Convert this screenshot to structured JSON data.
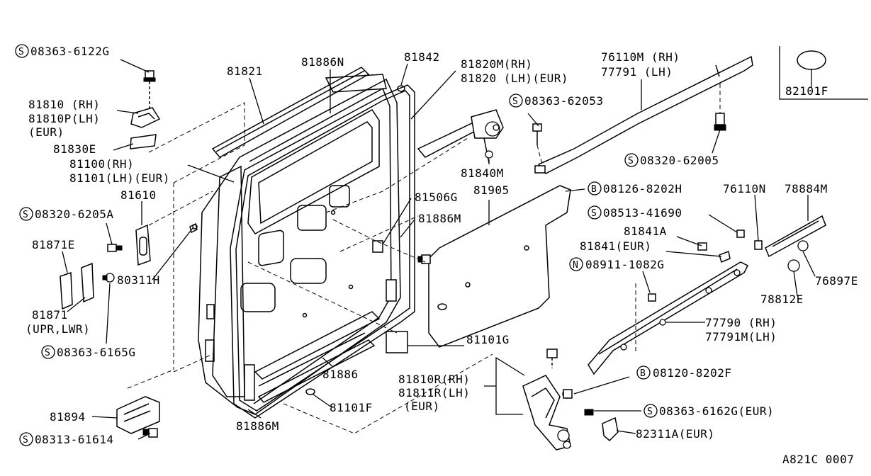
{
  "diagram": {
    "code": "A821C 0007",
    "labels": {
      "l_08363_6122G": "08363-6122G",
      "l_81810": "81810 (RH)",
      "l_81810P": "81810P(LH)",
      "l_eur1": "(EUR)",
      "l_81830E": "81830E",
      "l_81100": "81100(RH)",
      "l_81101": "81101(LH)(EUR)",
      "l_81610": "81610",
      "l_08320_6205A": "08320-6205A",
      "l_81871E": "81871E",
      "l_80311H": "80311H",
      "l_81871": "81871",
      "l_upr_lwr": "(UPR,LWR)",
      "l_08363_6165G": "08363-6165G",
      "l_81894": "81894",
      "l_08313_61614": "08313-61614",
      "l_81821": "81821",
      "l_81886N": "81886N",
      "l_81842": "81842",
      "l_81820M": "81820M(RH)",
      "l_81820": "81820 (LH)(EUR)",
      "l_76110M": "76110M (RH)",
      "l_77791": "77791 (LH)",
      "l_82101F": "82101F",
      "l_08363_62053": "08363-62053",
      "l_08320_62005": "08320-62005",
      "l_81840M": "81840M",
      "l_81905": "81905",
      "l_08126_8202H": "08126-8202H",
      "l_81506G": "81506G",
      "l_81886M_top": "81886M",
      "l_08513_41690": "08513-41690",
      "l_76110N": "76110N",
      "l_78884M": "78884M",
      "l_81841A": "81841A",
      "l_81841": "81841(EUR)",
      "l_08911_1082G": "08911-1082G",
      "l_76897E": "76897E",
      "l_78812E": "78812E",
      "l_77790": "77790 (RH)",
      "l_77791M": "77791M(LH)",
      "l_81101G": "81101G",
      "l_81886": "81886",
      "l_81810R": "81810R(RH)",
      "l_81811R": "81811R(LH)",
      "l_eur2": "(EUR)",
      "l_08120_8202F": "08120-8202F",
      "l_08363_6162G": "08363-6162G(EUR)",
      "l_82311A": "82311A(EUR)",
      "l_81101F": "81101F",
      "l_81886M_bot": "81886M"
    },
    "symbols": {
      "screw": "S",
      "bolt": "B",
      "nut": "N"
    }
  }
}
